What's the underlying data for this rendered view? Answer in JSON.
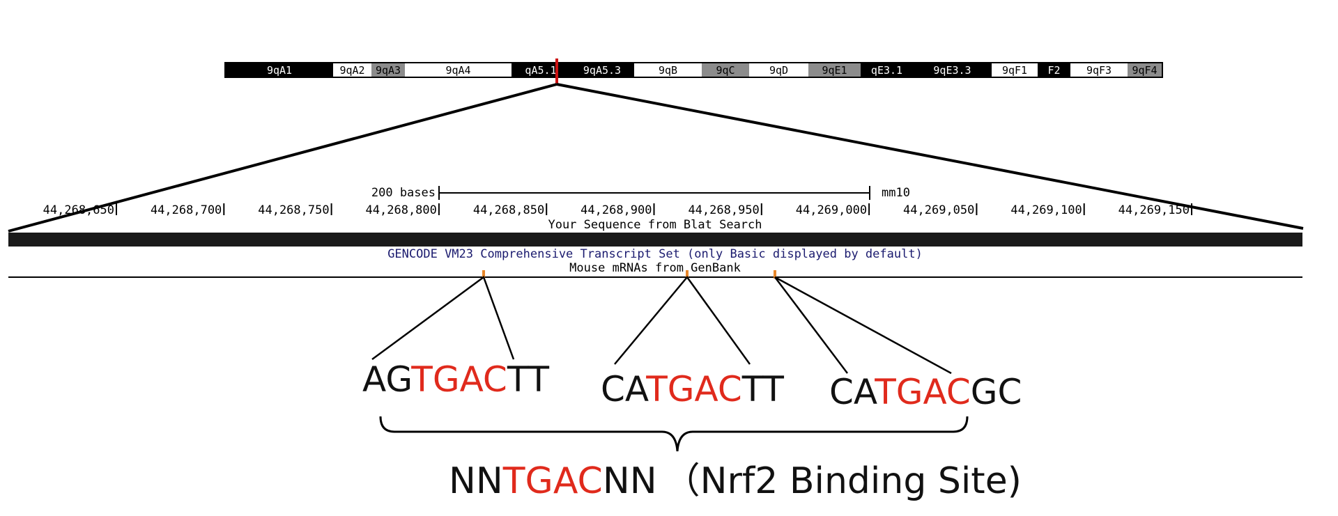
{
  "ideogram": {
    "bands": [
      {
        "label": "9qA1",
        "shade": "black"
      },
      {
        "label": "9qA2",
        "shade": "white"
      },
      {
        "label": "9qA3",
        "shade": "gray"
      },
      {
        "label": "9qA4",
        "shade": "white"
      },
      {
        "label": "qA5.1",
        "shade": "black"
      },
      {
        "label": "9qA5.3",
        "shade": "black"
      },
      {
        "label": "9qB",
        "shade": "white"
      },
      {
        "label": "9qC",
        "shade": "gray"
      },
      {
        "label": "9qD",
        "shade": "white"
      },
      {
        "label": "9qE1",
        "shade": "gray"
      },
      {
        "label": "qE3.1",
        "shade": "black"
      },
      {
        "label": "9qE3.3",
        "shade": "black"
      },
      {
        "label": "9qF1",
        "shade": "white"
      },
      {
        "label": "F2",
        "shade": "black"
      },
      {
        "label": "9qF3",
        "shade": "white"
      },
      {
        "label": "9qF4",
        "shade": "gray"
      }
    ],
    "marker_color": "#cc1111"
  },
  "browser": {
    "scale_label": "200 bases",
    "assembly": "mm10",
    "positions": [
      "44,268,650",
      "44,268,700",
      "44,268,750",
      "44,268,800",
      "44,268,850",
      "44,268,900",
      "44,268,950",
      "44,269,000",
      "44,269,050",
      "44,269,100",
      "44,269,150"
    ],
    "track_blat": "Your Sequence from Blat Search",
    "track_gencode": "GENCODE VM23 Comprehensive Transcript Set (only Basic displayed by default)",
    "track_mrna": "Mouse mRNAs from GenBank",
    "gencode_color": "#1a1a6e"
  },
  "sites": [
    {
      "prefix": "AG",
      "core": "TGAC",
      "suffix": "TT"
    },
    {
      "prefix": "CA",
      "core": "TGAC",
      "suffix": "TT"
    },
    {
      "prefix": "CA",
      "core": "TGAC",
      "suffix": "GC"
    }
  ],
  "consensus": {
    "prefix": "NN",
    "core": "TGAC",
    "suffix": "NN",
    "note": "（Nrf2 Binding Site)"
  },
  "colors": {
    "core": "#e02a1c",
    "flank": "#111111",
    "site_tick": "#e8872a"
  }
}
